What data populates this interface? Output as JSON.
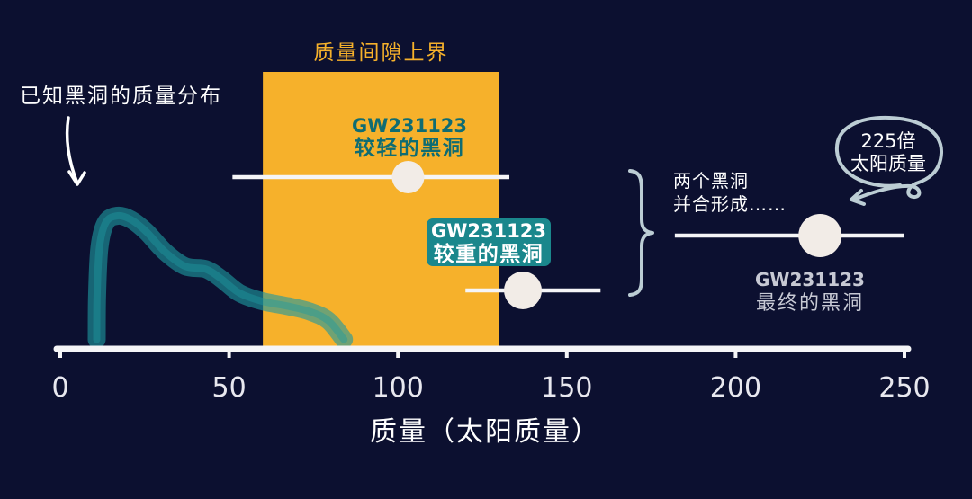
{
  "colors": {
    "background": "#0c1030",
    "mass_gap": "#f6b12b",
    "distribution": "#1f9aa0",
    "label_teal": "#0f6c72",
    "label_box": "#1a878c",
    "point_fill": "#f2ece7",
    "line_white": "#f5f5f7",
    "text_muted": "#c7c9d4",
    "sketch": "#bccdd4"
  },
  "icons": {
    "distribution_pointer": "hand-drawn-arrow-down",
    "merge_brace": "curly-brace",
    "bubble_pointer": "hand-drawn-loop-arrow"
  },
  "annotations": {
    "merge_line1": "两个黑洞",
    "merge_line2": "并合形成……",
    "bubble_line1": "225倍",
    "bubble_line2": "太阳质量"
  },
  "chart_data": {
    "type": "scatter",
    "title": "",
    "xlabel": "质量（太阳质量）",
    "ylabel": "",
    "xlim": [
      0,
      250
    ],
    "xticks": [
      0,
      50,
      100,
      150,
      200,
      250
    ],
    "xtick_labels": [
      "0",
      "50",
      "100",
      "150",
      "200",
      "250"
    ],
    "grid": false,
    "shaded_region": {
      "label": "质量间隙上界",
      "x_range": [
        60,
        130
      ]
    },
    "distribution": {
      "label": "已知黑洞的质量分布",
      "x": [
        10.8,
        10.9,
        11.6,
        13.5,
        17,
        21,
        25.5,
        31,
        37,
        43,
        47.5,
        53,
        59.5,
        67.5,
        74,
        79.5,
        84
      ],
      "y": [
        0.07,
        0.4,
        0.76,
        0.95,
        1.0,
        0.97,
        0.88,
        0.73,
        0.62,
        0.6,
        0.53,
        0.42,
        0.36,
        0.32,
        0.28,
        0.21,
        0.07
      ]
    },
    "points": [
      {
        "name": "GW231123",
        "label": "较轻的黑洞",
        "x": 103,
        "x_low": 51,
        "x_high": 133
      },
      {
        "name": "GW231123",
        "label": "较重的黑洞",
        "x": 137,
        "x_low": 120,
        "x_high": 160
      },
      {
        "name": "GW231123",
        "label": "最终的黑洞",
        "x": 225,
        "x_low": 182,
        "x_high": 250
      }
    ]
  }
}
